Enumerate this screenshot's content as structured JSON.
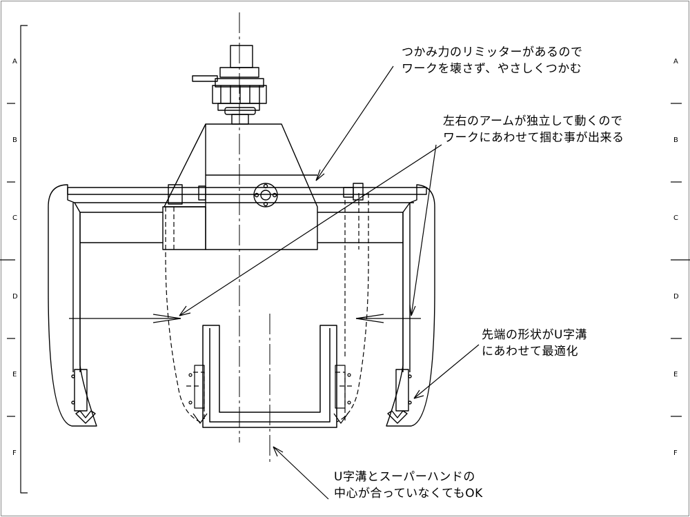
{
  "zone_labels": [
    "A",
    "B",
    "C",
    "D",
    "E",
    "F"
  ],
  "annotations": {
    "limiter_line1": "つかみ力のリミッターがあるので",
    "limiter_line2": "ワークを壊さず、やさしくつかむ",
    "arms_line1": "左右のアームが独立して動くので",
    "arms_line2": "ワークにあわせて掴む事が出来る",
    "tip_line1": "先端の形状がU字溝",
    "tip_line2": "にあわせて最適化",
    "center_line1": "U字溝とスーパーハンドの",
    "center_line2": "中心が合っていなくてもOK"
  }
}
